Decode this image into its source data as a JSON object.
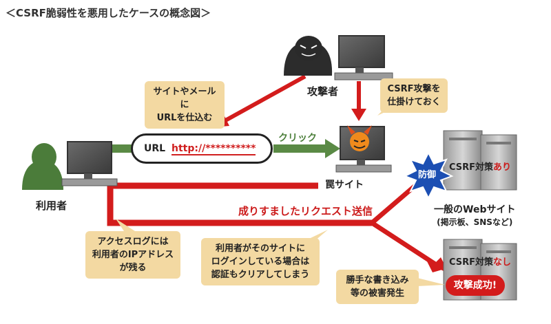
{
  "title": "＜CSRF脆弱性を悪用したケースの概念図＞",
  "actors": {
    "attacker": "攻撃者",
    "user": "利用者",
    "trap_site": "罠サイト"
  },
  "url_box": {
    "label": "URL",
    "value": "http://**********"
  },
  "arrows": {
    "click": "クリック",
    "spoofed_request": "成りすましたリクエスト送信"
  },
  "callouts": {
    "embed": [
      "サイトやメールに",
      "URLを仕込む"
    ],
    "setup": [
      "CSRF攻撃を",
      "仕掛けておく"
    ],
    "access_log": [
      "アクセスログには",
      "利用者のIPアドレス",
      "が残る"
    ],
    "logged_in": [
      "利用者がそのサイトに",
      "ログインしている場合は",
      "認証もクリアしてしまう"
    ],
    "damage": [
      "勝手な書き込み",
      "等の被害発生"
    ]
  },
  "servers": {
    "protected": {
      "prefix": "CSRF対策",
      "suffix": "あり",
      "badge": "防御"
    },
    "description": [
      "一般のWebサイト",
      "(掲示板、SNSなど)"
    ],
    "vulnerable": {
      "prefix": "CSRF対策",
      "suffix": "なし",
      "badge": "攻撃成功!"
    }
  },
  "colors": {
    "red": "#d31c1c",
    "green": "#5a8a45",
    "callout": "#f3d9a2",
    "dark": "#222222",
    "burst": "#1c4fb3"
  }
}
